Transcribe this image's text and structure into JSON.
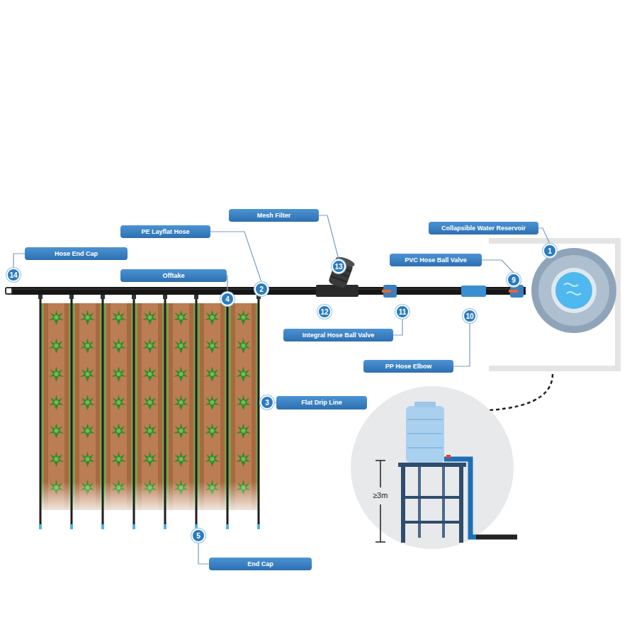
{
  "diagram": {
    "nodes": [
      {
        "text": [
          "Mesh Filter"
        ]
      },
      {
        "text": [
          "13"
        ]
      },
      {
        "text": [
          "PE Layflat Hose"
        ]
      },
      {
        "text": [
          "2"
        ]
      },
      {
        "text": [
          "Collapsible Water Reservoir"
        ]
      },
      {
        "text": [
          "1"
        ]
      },
      {
        "text": [
          "Hose End Cap"
        ]
      },
      {
        "text": [
          "14"
        ]
      },
      {
        "text": [
          "Offtake"
        ]
      },
      {
        "text": [
          "4"
        ]
      },
      {
        "text": [
          "PVC Hose Ball Valve"
        ]
      },
      {
        "text": [
          "9"
        ]
      },
      {
        "text": [
          "12"
        ]
      },
      {
        "text": [
          "11"
        ]
      },
      {
        "text": [
          "Integral Hose Ball Valve"
        ]
      },
      {
        "text": [
          "10"
        ]
      },
      {
        "text": [
          "PP Hose Elbow"
        ]
      },
      {
        "text": [
          "3"
        ]
      },
      {
        "text": [
          "Flat Drip Line"
        ]
      },
      {
        "text": [
          "5"
        ]
      },
      {
        "text": [
          "End Cap"
        ]
      }
    ],
    "edges": [
      {
        "from": 0,
        "to": 1,
        "arrow": "none"
      },
      {
        "from": 2,
        "to": 3,
        "arrow": "none"
      },
      {
        "from": 4,
        "to": 5,
        "arrow": "none"
      },
      {
        "from": 6,
        "to": 7,
        "arrow": "none"
      },
      {
        "from": 8,
        "to": 9,
        "arrow": "none"
      },
      {
        "from": 10,
        "to": 11,
        "arrow": "none"
      },
      {
        "from": 14,
        "to": 13,
        "arrow": "none"
      },
      {
        "from": 16,
        "to": 15,
        "arrow": "none"
      },
      {
        "from": 18,
        "to": 17,
        "arrow": "none"
      },
      {
        "from": 20,
        "to": 19,
        "arrow": "none"
      }
    ],
    "labels": [
      "≥3m"
    ]
  }
}
